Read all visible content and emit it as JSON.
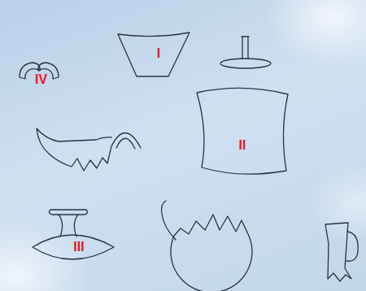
{
  "diagram": {
    "nodes": [
      {
        "text": [
          "I"
        ]
      },
      {
        "text": [
          "II"
        ]
      },
      {
        "text": [
          "III"
        ]
      }
    ],
    "labels": [
      "IV"
    ]
  }
}
